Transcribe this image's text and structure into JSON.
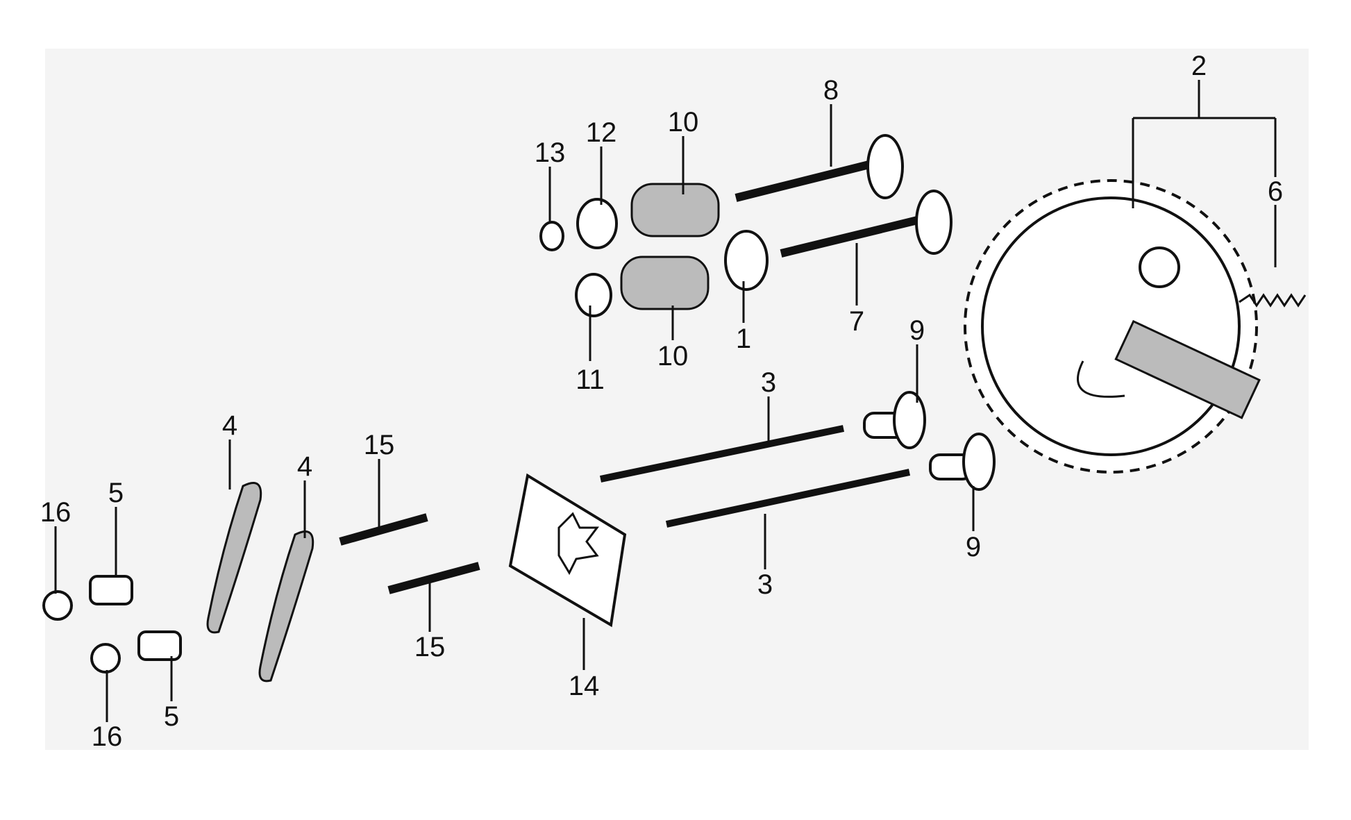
{
  "diagram": {
    "type": "exploded parts diagram",
    "callouts": [
      "2",
      "8",
      "10",
      "12",
      "13",
      "6",
      "11",
      "10",
      "1",
      "7",
      "9",
      "3",
      "4",
      "4",
      "15",
      "5",
      "16",
      "9",
      "3",
      "15",
      "14",
      "5",
      "16"
    ]
  }
}
